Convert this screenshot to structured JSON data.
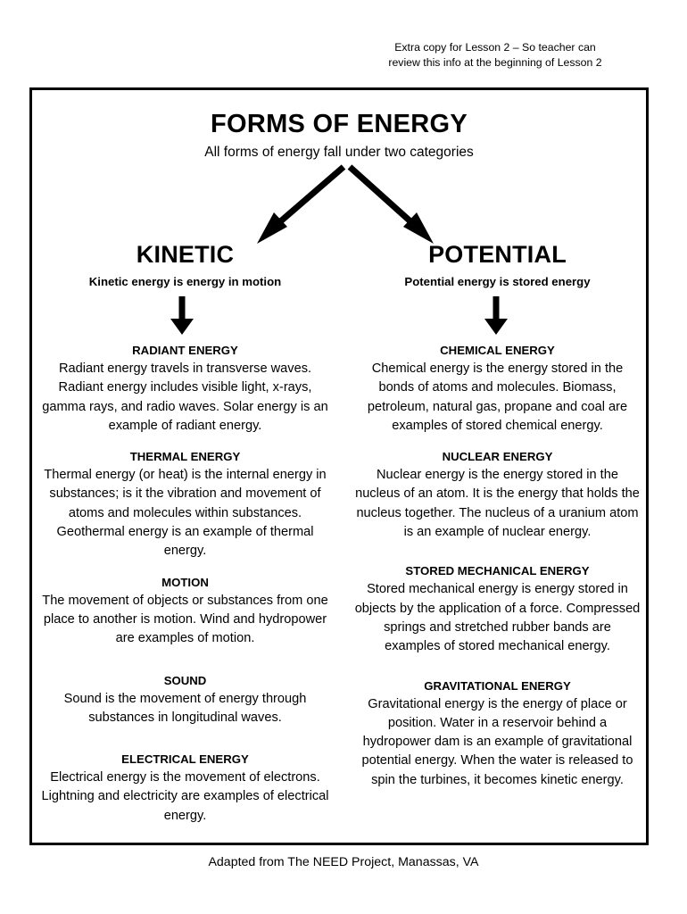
{
  "header_note": {
    "line1": "Extra copy for Lesson 2 – So teacher can",
    "line2": "review this info at the beginning of Lesson 2"
  },
  "title": "FORMS OF ENERGY",
  "subtitle": "All forms of energy fall under two categories",
  "categories": [
    {
      "name": "KINETIC",
      "description": "Kinetic energy is energy in motion",
      "entries": [
        {
          "title": "RADIANT ENERGY",
          "body": "Radiant energy travels in transverse waves. Radiant energy includes visible light, x-rays, gamma rays, and radio waves. Solar energy is an example of radiant energy."
        },
        {
          "title": "THERMAL ENERGY",
          "body": "Thermal energy (or heat) is the internal energy in substances; is it the vibration and movement of atoms and molecules within substances. Geothermal energy is an example of thermal energy."
        },
        {
          "title": "MOTION",
          "body": "The movement of objects or substances from one place to another is motion. Wind and hydropower are examples of motion."
        },
        {
          "title": "SOUND",
          "body": "Sound is the movement of energy through substances in longitudinal waves."
        },
        {
          "title": "ELECTRICAL ENERGY",
          "body": "Electrical energy is the movement of electrons. Lightning and electricity are examples of electrical energy."
        }
      ]
    },
    {
      "name": "POTENTIAL",
      "description": "Potential energy is stored energy",
      "entries": [
        {
          "title": "CHEMICAL ENERGY",
          "body": "Chemical energy is the energy stored in the bonds of atoms and molecules. Biomass, petroleum, natural gas, propane and coal are examples of stored chemical energy."
        },
        {
          "title": "NUCLEAR ENERGY",
          "body": "Nuclear energy is the energy stored in the nucleus of an atom. It is the energy that holds the nucleus together. The nucleus of a uranium atom is an example of nuclear energy."
        },
        {
          "title": "STORED MECHANICAL ENERGY",
          "body": "Stored mechanical energy is energy stored in objects by the application of a force. Compressed springs and stretched rubber bands are examples of stored mechanical energy."
        },
        {
          "title": "GRAVITATIONAL ENERGY",
          "body": "Gravitational energy is the energy of place or position. Water in a reservoir behind a hydropower dam is an example of gravitational potential energy. When the water is released to spin the turbines, it becomes kinetic energy."
        }
      ]
    }
  ],
  "footer": "Adapted from The NEED Project, Manassas, VA",
  "colors": {
    "ink": "#000000",
    "paper": "#ffffff"
  }
}
